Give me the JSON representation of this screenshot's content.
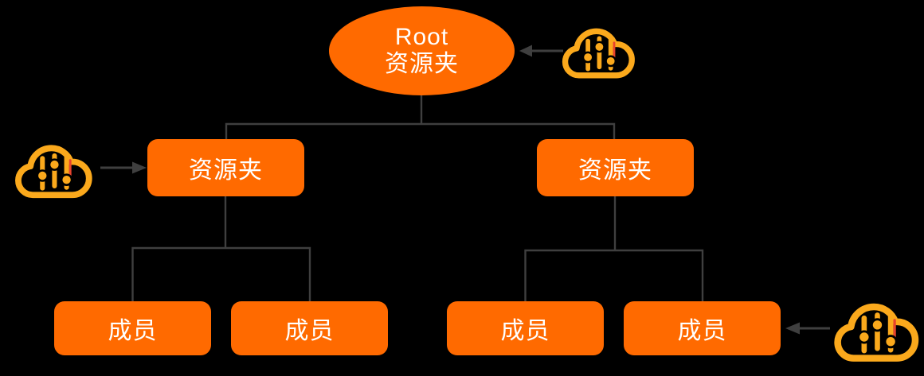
{
  "diagram": {
    "background_color": "#000000",
    "colors": {
      "node_fill": "#FF6A00",
      "node_text": "#FFFFFF",
      "connector": "#3F3F3F",
      "cloud_outline": "#FBA91C",
      "cloud_accent_red": "#E8432D"
    },
    "hierarchy": {
      "root": {
        "title": "Root",
        "subtitle": "资源夹",
        "children": [
          {
            "label": "资源夹",
            "children": [
              {
                "label": "成员"
              },
              {
                "label": "成员"
              }
            ]
          },
          {
            "label": "资源夹",
            "children": [
              {
                "label": "成员"
              },
              {
                "label": "成员"
              }
            ]
          }
        ]
      }
    },
    "callouts": [
      {
        "icon": "cloud-sliders-icon",
        "target": "root-folder",
        "arrow_direction": "left"
      },
      {
        "icon": "cloud-sliders-icon",
        "target": "left-folder",
        "arrow_direction": "right"
      },
      {
        "icon": "cloud-sliders-icon",
        "target": "bottom-right-member",
        "arrow_direction": "left"
      }
    ]
  }
}
